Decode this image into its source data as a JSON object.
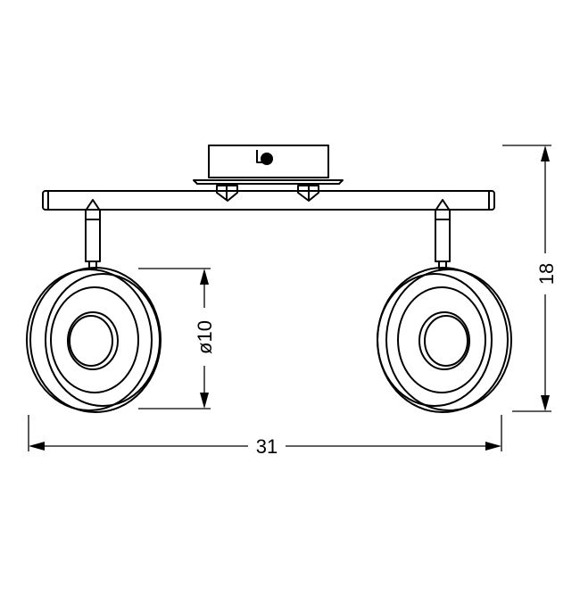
{
  "dimensions": {
    "width": "31",
    "height": "18",
    "diameter": "ø10"
  },
  "colors": {
    "line": "#000000",
    "background": "#ffffff"
  }
}
